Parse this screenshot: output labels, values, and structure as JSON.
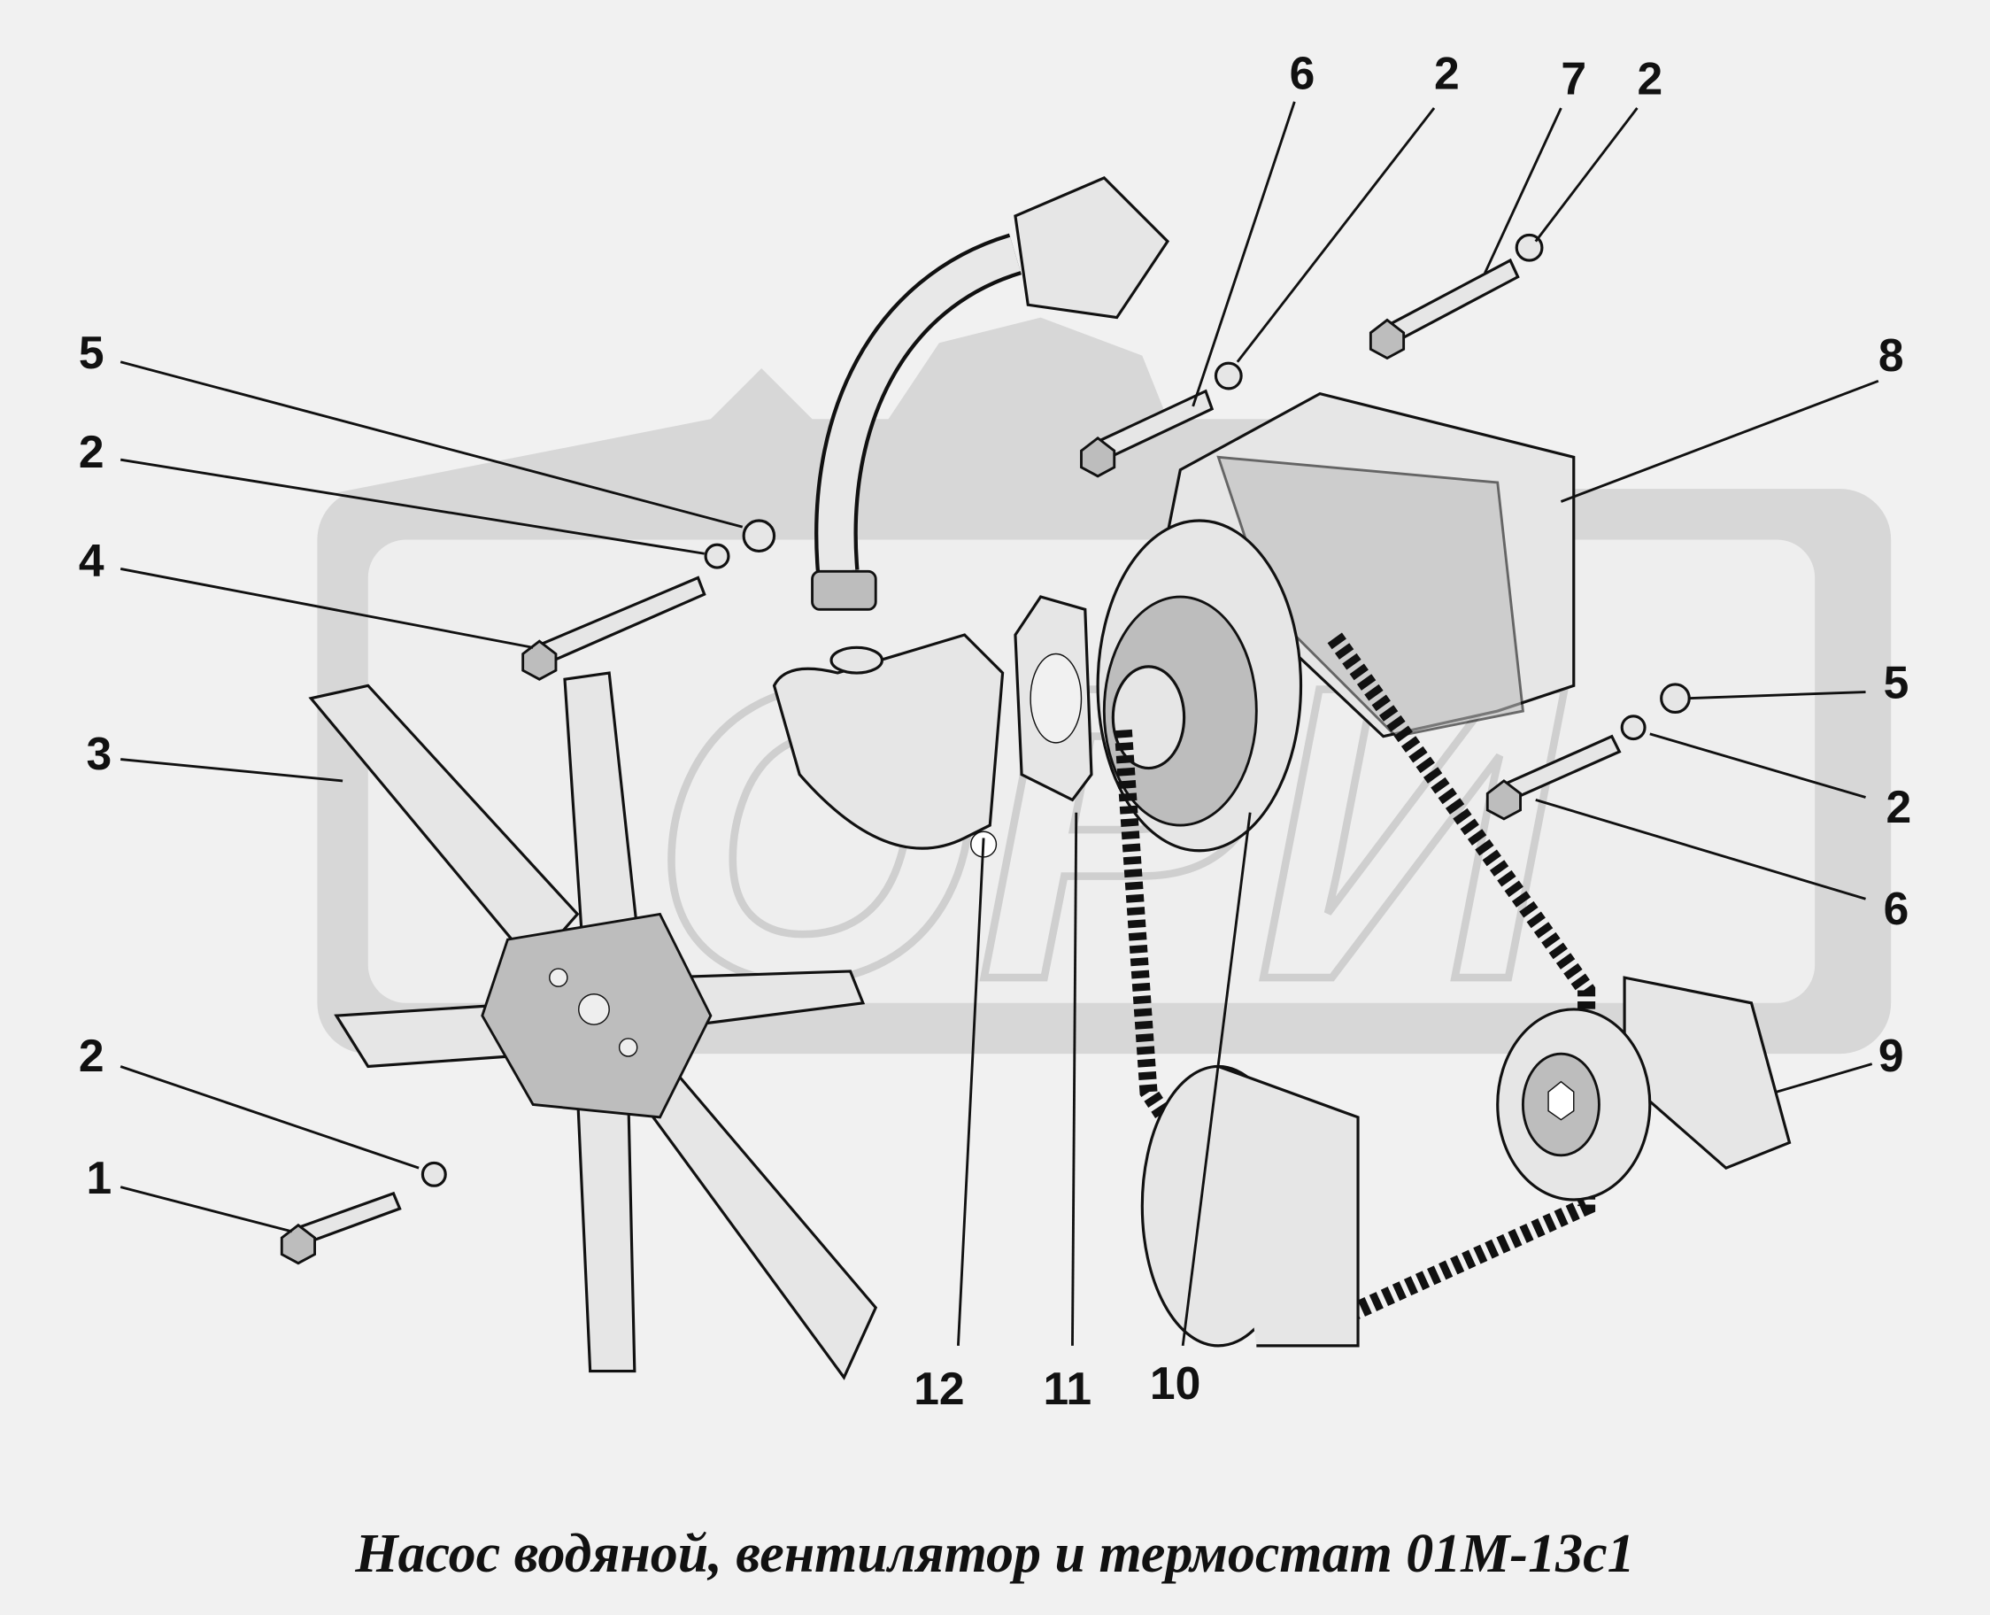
{
  "caption": "Насос водяной, вентилятор и термостат 01М-13с1",
  "watermark": "ОРИ",
  "callouts": [
    "6",
    "2",
    "7",
    "2",
    "8",
    "5",
    "2",
    "4",
    "3",
    "2",
    "1",
    "5",
    "2",
    "6",
    "9",
    "12",
    "11",
    "10"
  ]
}
